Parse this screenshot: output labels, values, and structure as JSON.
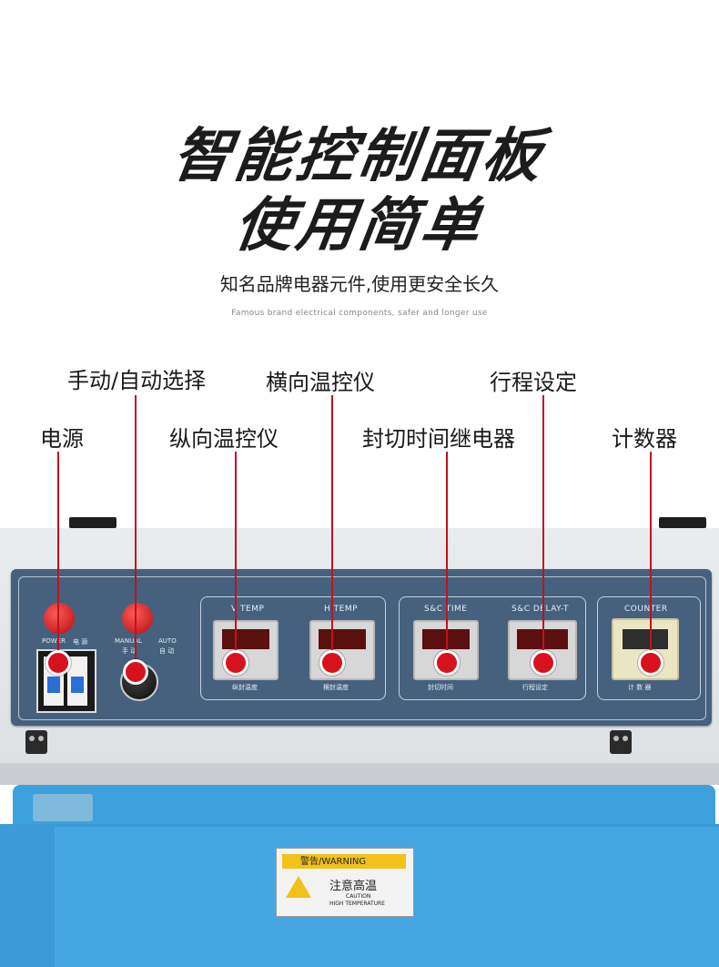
{
  "header": {
    "title_line1": "智能控制面板",
    "title_line2": "使用简单",
    "subtitle": "知名品牌电器元件,使用更安全长久",
    "tagline": "Famous brand electrical components, safer and longer use"
  },
  "callouts": {
    "manual_auto_select": "手动/自动选择",
    "horizontal_temp": "横向温控仪",
    "stroke_setting": "行程设定",
    "power": "电源",
    "vertical_temp": "纵向温控仪",
    "seal_cut_relay": "封切时间继电器",
    "counter": "计数器"
  },
  "panel": {
    "power_label_en": "POWER",
    "power_label_cn": "电 源",
    "manual_label_en": "MANUAL",
    "manual_label_cn": "手 动",
    "auto_label_en": "AUTO",
    "auto_label_cn": "自 动",
    "v_temp_title": "V  TEMP",
    "v_temp_label": "纵封温度",
    "h_temp_title": "H  TEMP",
    "h_temp_label": "横封温度",
    "sc_time_title": "S&C TIME",
    "sc_time_label": "封切时间",
    "sc_delay_title": "S&C  DELAY-T",
    "sc_delay_label": "行程设定",
    "counter_title": "COUNTER",
    "counter_label": "计 数 器"
  },
  "warning": {
    "header": "警告/WARNING",
    "cn": "注意高温",
    "en_line1": "CAUTION",
    "en_line2": "HIGH TEMPERATURE"
  },
  "colors": {
    "accent_red": "#d8111f",
    "panel_blue": "#46617e",
    "body_blue": "#3b9ad7"
  }
}
